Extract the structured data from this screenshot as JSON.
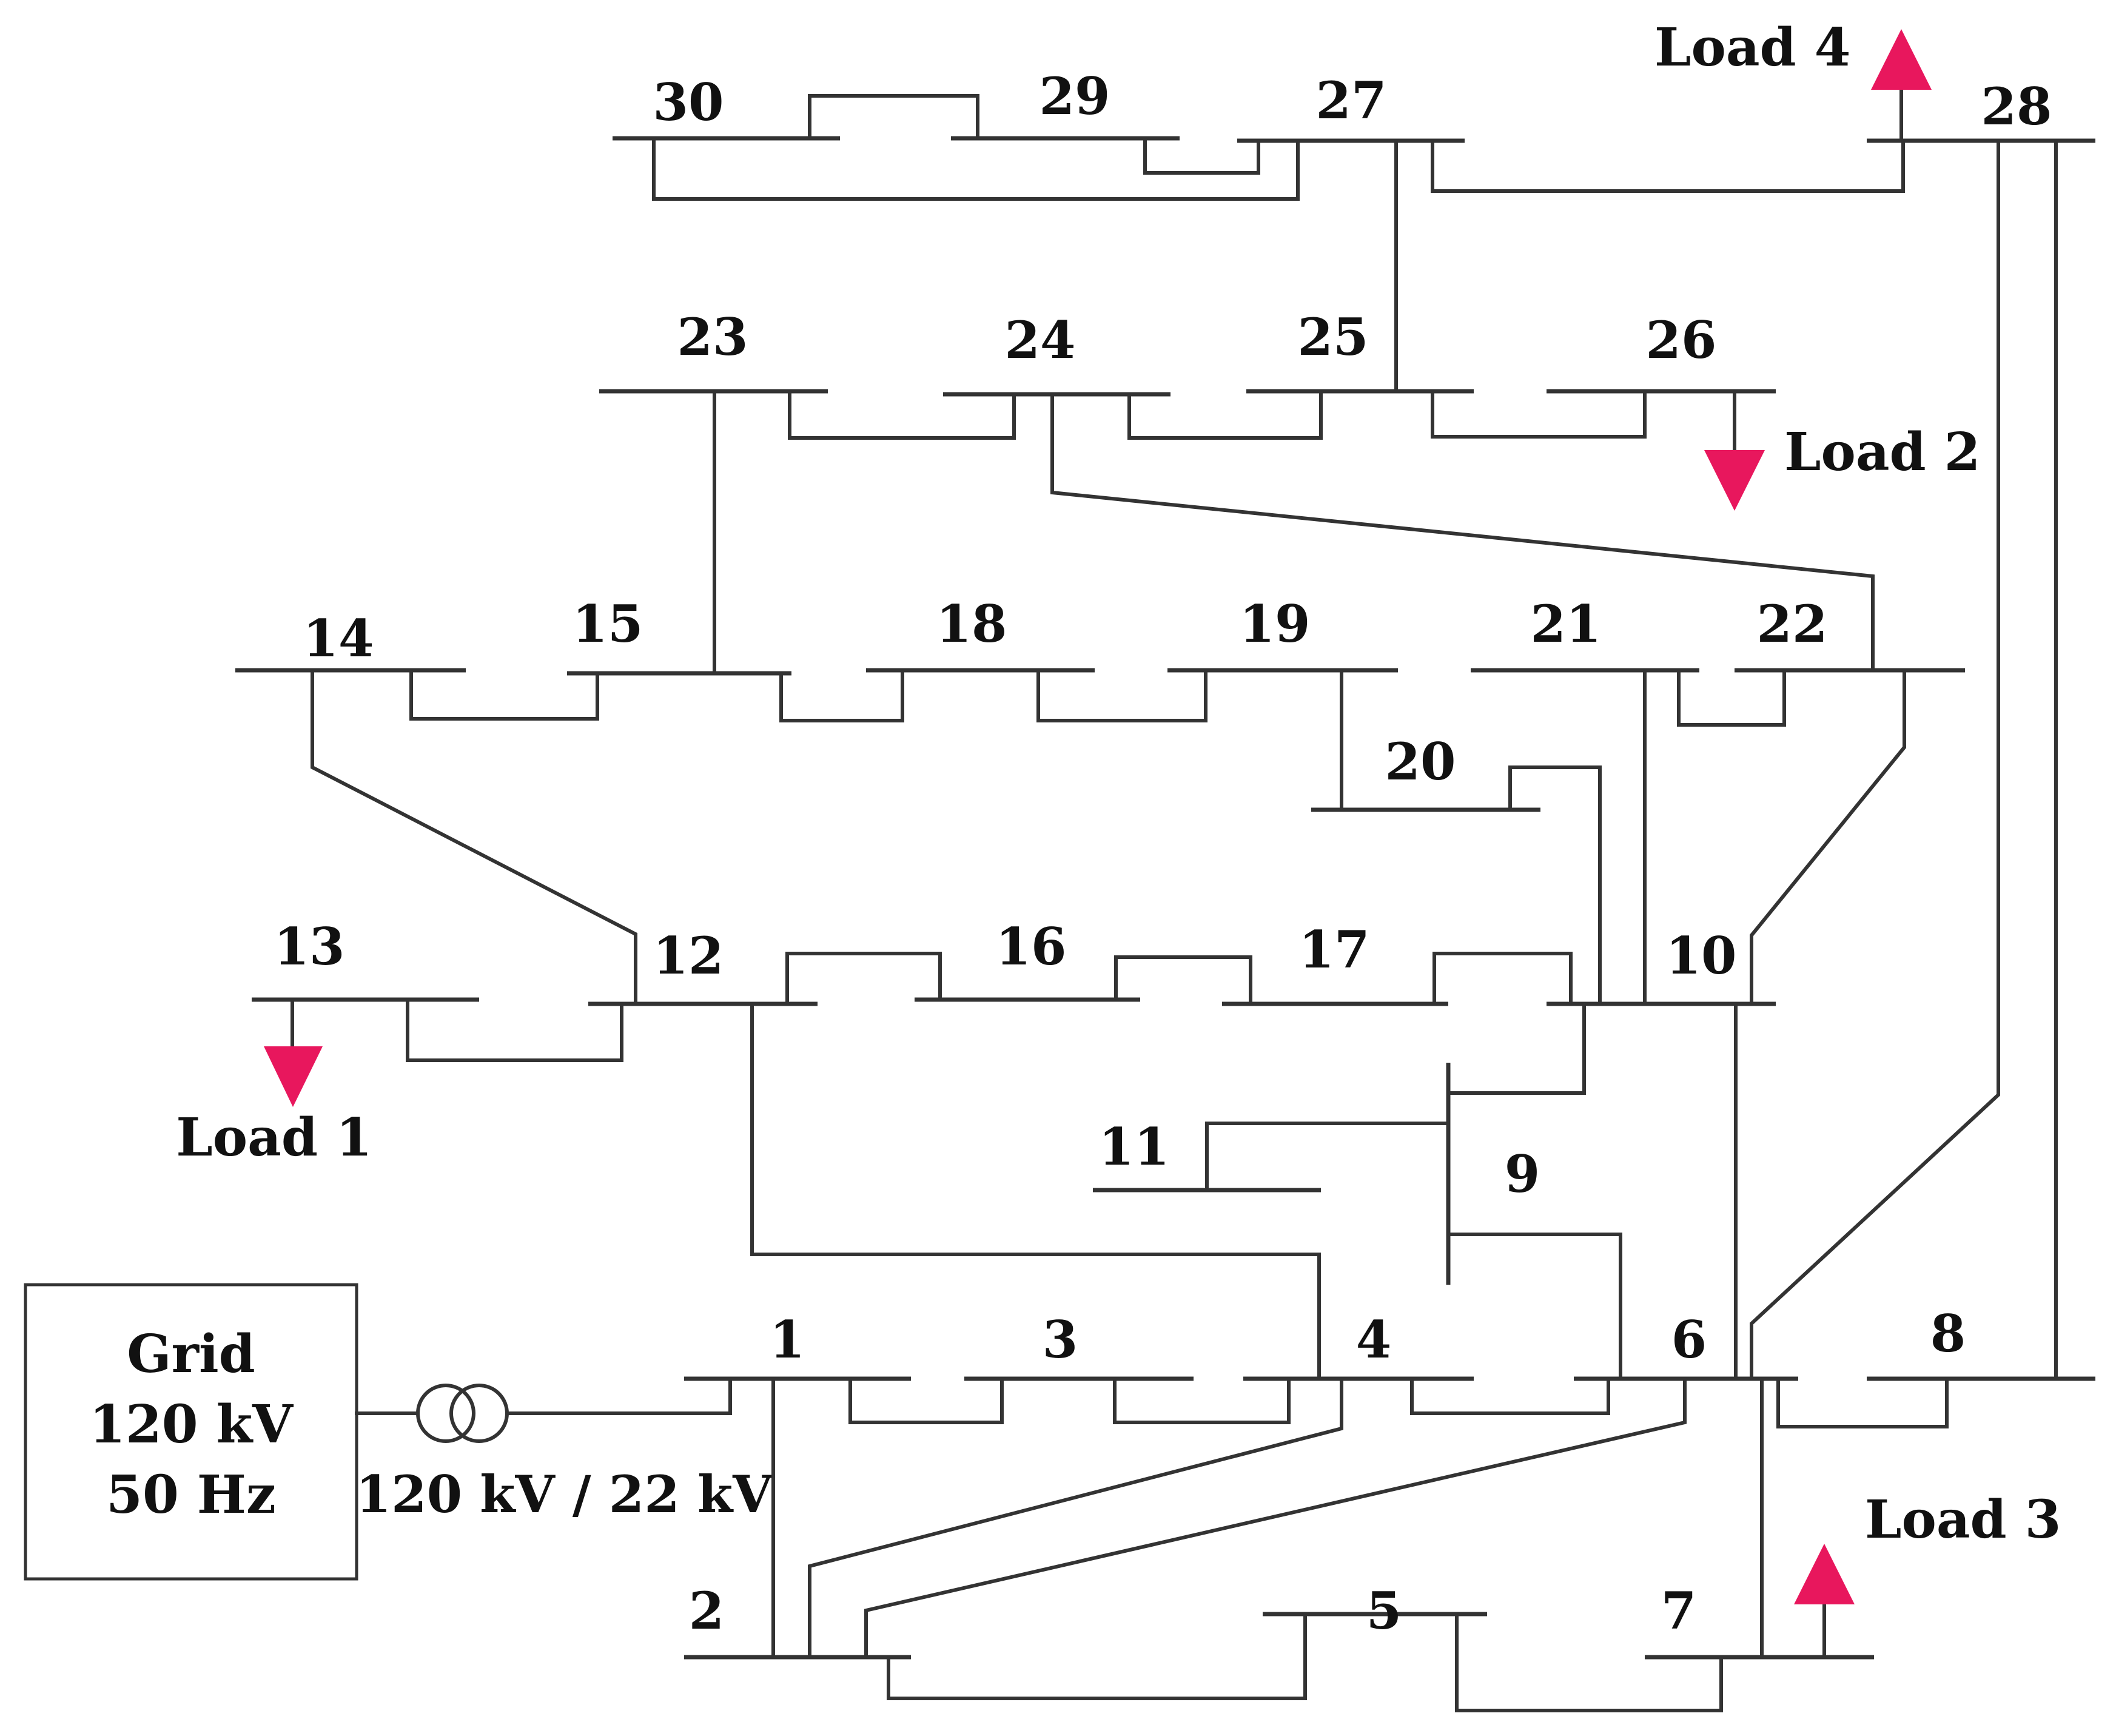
{
  "buses": [
    "1",
    "2",
    "3",
    "4",
    "5",
    "6",
    "7",
    "8",
    "9",
    "10",
    "11",
    "12",
    "13",
    "14",
    "15",
    "16",
    "17",
    "18",
    "19",
    "20",
    "21",
    "22",
    "23",
    "24",
    "25",
    "26",
    "27",
    "28",
    "29",
    "30"
  ],
  "grid": {
    "line1": "Grid",
    "line2": "120 kV",
    "line3": "50 Hz"
  },
  "transformer": {
    "label": "120 kV / 22 kV"
  },
  "loads": {
    "load1": "Load 1",
    "load2": "Load 2",
    "load3": "Load 3",
    "load4": "Load 4"
  },
  "colors": {
    "load_arrow": "#e8175d",
    "line": "#333333"
  }
}
